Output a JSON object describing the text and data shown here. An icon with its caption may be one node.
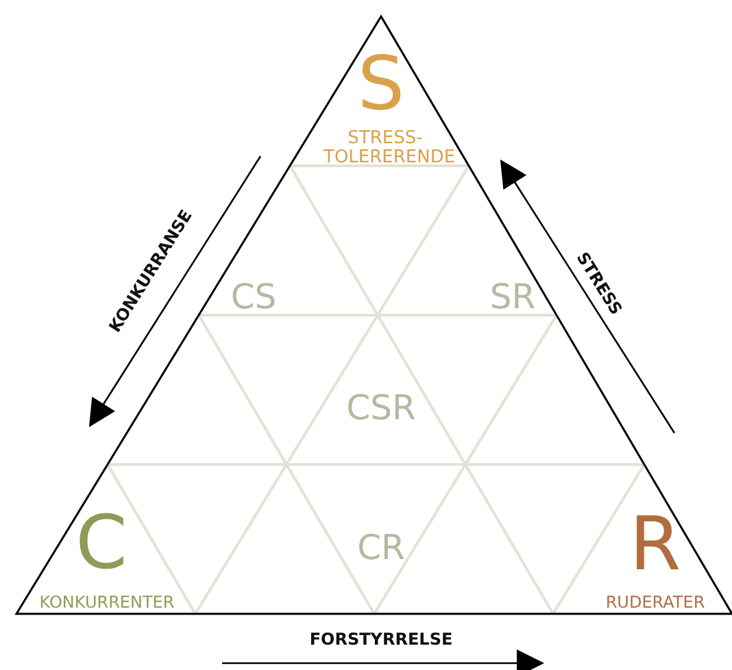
{
  "diagram": {
    "labels": [
      "S",
      "STRESS-TOLERERENDE",
      "KONKURRANSE",
      "STRESS",
      "CS",
      "SR",
      "CSR",
      "C",
      "CR",
      "R",
      "KONKURRENTER",
      "RUDERATER",
      "FORSTYRRELSE"
    ]
  }
}
